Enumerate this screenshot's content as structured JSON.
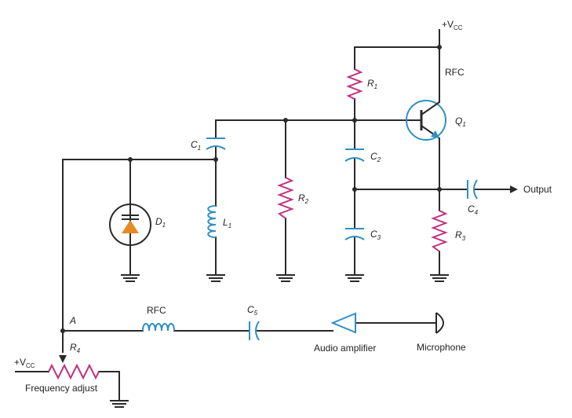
{
  "labels": {
    "vcc_top": "+V",
    "vcc_top_sub": "CC",
    "rfc_top": "RFC",
    "r1": "R",
    "r1_sub": "1",
    "q1": "Q",
    "q1_sub": "1",
    "c1": "C",
    "c1_sub": "1",
    "c2": "C",
    "c2_sub": "2",
    "c3": "C",
    "c3_sub": "3",
    "c4": "C",
    "c4_sub": "4",
    "c5": "C",
    "c5_sub": "5",
    "r2": "R",
    "r2_sub": "2",
    "r3": "R",
    "r3_sub": "3",
    "r4": "R",
    "r4_sub": "4",
    "d1": "D",
    "d1_sub": "1",
    "l1": "L",
    "l1_sub": "1",
    "output": "Output",
    "node_a": "A",
    "rfc_bottom": "RFC",
    "audio_amplifier": "Audio amplifier",
    "microphone": "Microphone",
    "vcc_left": "+V",
    "vcc_left_sub": "CC",
    "frequency_adjust": "Frequency adjust"
  },
  "colors": {
    "wire": "#2a2a2a",
    "resistor": "#c0317e",
    "capacitor": "#2f8fc4",
    "diode": "#e38b25"
  }
}
